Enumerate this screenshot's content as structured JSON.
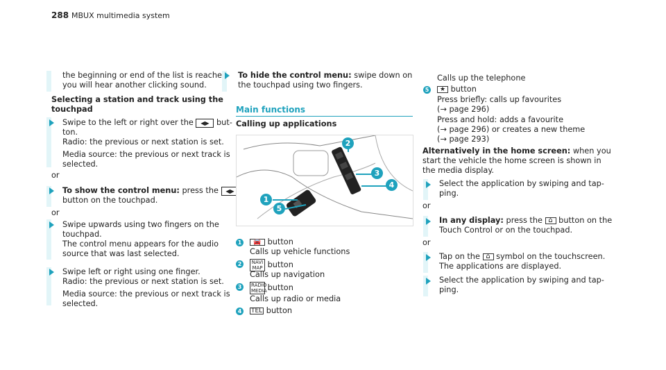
{
  "header": {
    "page_number": "288",
    "title": "MBUX multimedia system"
  },
  "col1": {
    "intro": [
      "the beginning or end of the list is reached",
      "you will hear another clicking sound."
    ],
    "section_title": [
      "Selecting a station and track using the",
      "touchpad"
    ],
    "step1": {
      "line1": "Swipe to the left or right over the",
      "line1_end": "but-",
      "line2": "ton.",
      "line3": "Radio: the previous or next station is set.",
      "line4": "Media source: the previous or next track is",
      "line5": "selected."
    },
    "or1": "or",
    "step2": {
      "bold": "To show the control menu:",
      "line1": "press the",
      "line2": "button on the touchpad."
    },
    "or2": "or",
    "step3": [
      "Swipe upwards using two fingers on the",
      "touchpad.",
      "The control menu appears for the audio",
      "source that was last selected."
    ],
    "step4": [
      "Swipe left or right using one finger.",
      "Radio: the previous or next station is set.",
      "Media source: the previous or next track is",
      "selected."
    ]
  },
  "col2": {
    "step_hide": {
      "bold": "To hide the control menu:",
      "line1": "swipe down on",
      "line2": "the touchpad using two fingers."
    },
    "section_heading": "Main functions",
    "subheading": "Calling up applications",
    "callouts": [
      "1",
      "2",
      "3",
      "4",
      "5"
    ],
    "legend": [
      {
        "num": "1",
        "icon": "car",
        "label": "button",
        "desc": "Calls up vehicle functions"
      },
      {
        "num": "2",
        "icon": "NAVI MAP",
        "label": "button",
        "desc": "Calls up navigation"
      },
      {
        "num": "3",
        "icon": "RADIO MEDIA",
        "label": "button",
        "desc": "Calls up radio or media"
      },
      {
        "num": "4",
        "icon": "TEL",
        "label": "button"
      }
    ]
  },
  "col3": {
    "calls_phone": "Calls up the telephone",
    "item5": {
      "num": "5",
      "label": "button"
    },
    "press_briefly": [
      "Press briefly: calls up favourites",
      "(→ page 296)"
    ],
    "press_hold": [
      "Press and hold: adds a favourite",
      "(→ page 296) or creates a new theme",
      "(→ page 293)"
    ],
    "alt": {
      "bold": "Alternatively in the home screen:",
      "line1_end": "when you",
      "line2": "start the vehicle the home screen is shown in",
      "line3": "the media display."
    },
    "step_a": [
      "Select the application by swiping and tap-",
      "ping."
    ],
    "or1": "or",
    "step_b": {
      "bold": "In any display:",
      "line1": "press the",
      "line1_end": "button on the",
      "line2": "Touch Control or on the touchpad."
    },
    "or2": "or",
    "step_c": {
      "line1": "Tap on the",
      "line1_end": "symbol on the touchscreen.",
      "line2": "The applications are displayed."
    },
    "step_d": [
      "Select the application by swiping and tap-",
      "ping."
    ]
  }
}
